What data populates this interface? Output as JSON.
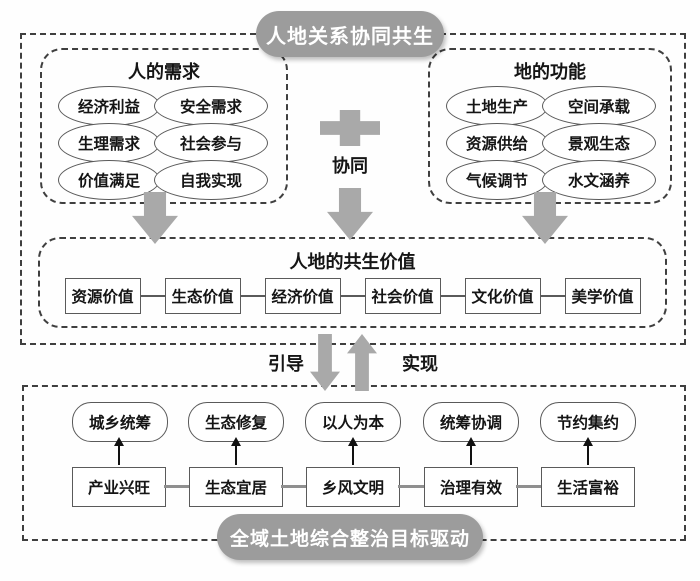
{
  "colors": {
    "pill_gray": "#9c9c9c",
    "arrow_gray": "#a9a9a9",
    "dash_border": "#3f3f3f",
    "node_border": "#5a5a5a",
    "connector_gray": "#8f8f8f",
    "black_arrow": "#111111",
    "text": "#151515"
  },
  "top_pill": {
    "label": "人地关系协同共生"
  },
  "human_needs": {
    "title": "人的需求",
    "items": [
      "经济利益",
      "安全需求",
      "生理需求",
      "社会参与",
      "价值满足",
      "自我实现"
    ]
  },
  "land_functions": {
    "title": "地的功能",
    "items": [
      "土地生产",
      "空间承载",
      "资源供给",
      "景观生态",
      "气候调节",
      "水文涵养"
    ]
  },
  "synergy": {
    "label": "协同"
  },
  "shared_values": {
    "title": "人地的共生价值",
    "items": [
      "资源价值",
      "生态价值",
      "经济价值",
      "社会价值",
      "文化价值",
      "美学价值"
    ]
  },
  "link_labels": {
    "guide": "引导",
    "realize": "实现"
  },
  "bottom_section": {
    "principles": [
      "城乡统筹",
      "生态修复",
      "以人为本",
      "统筹协调",
      "节约集约"
    ],
    "goals": [
      "产业兴旺",
      "生态宜居",
      "乡风文明",
      "治理有效",
      "生活富裕"
    ],
    "pill": "全域土地综合整治目标驱动"
  }
}
